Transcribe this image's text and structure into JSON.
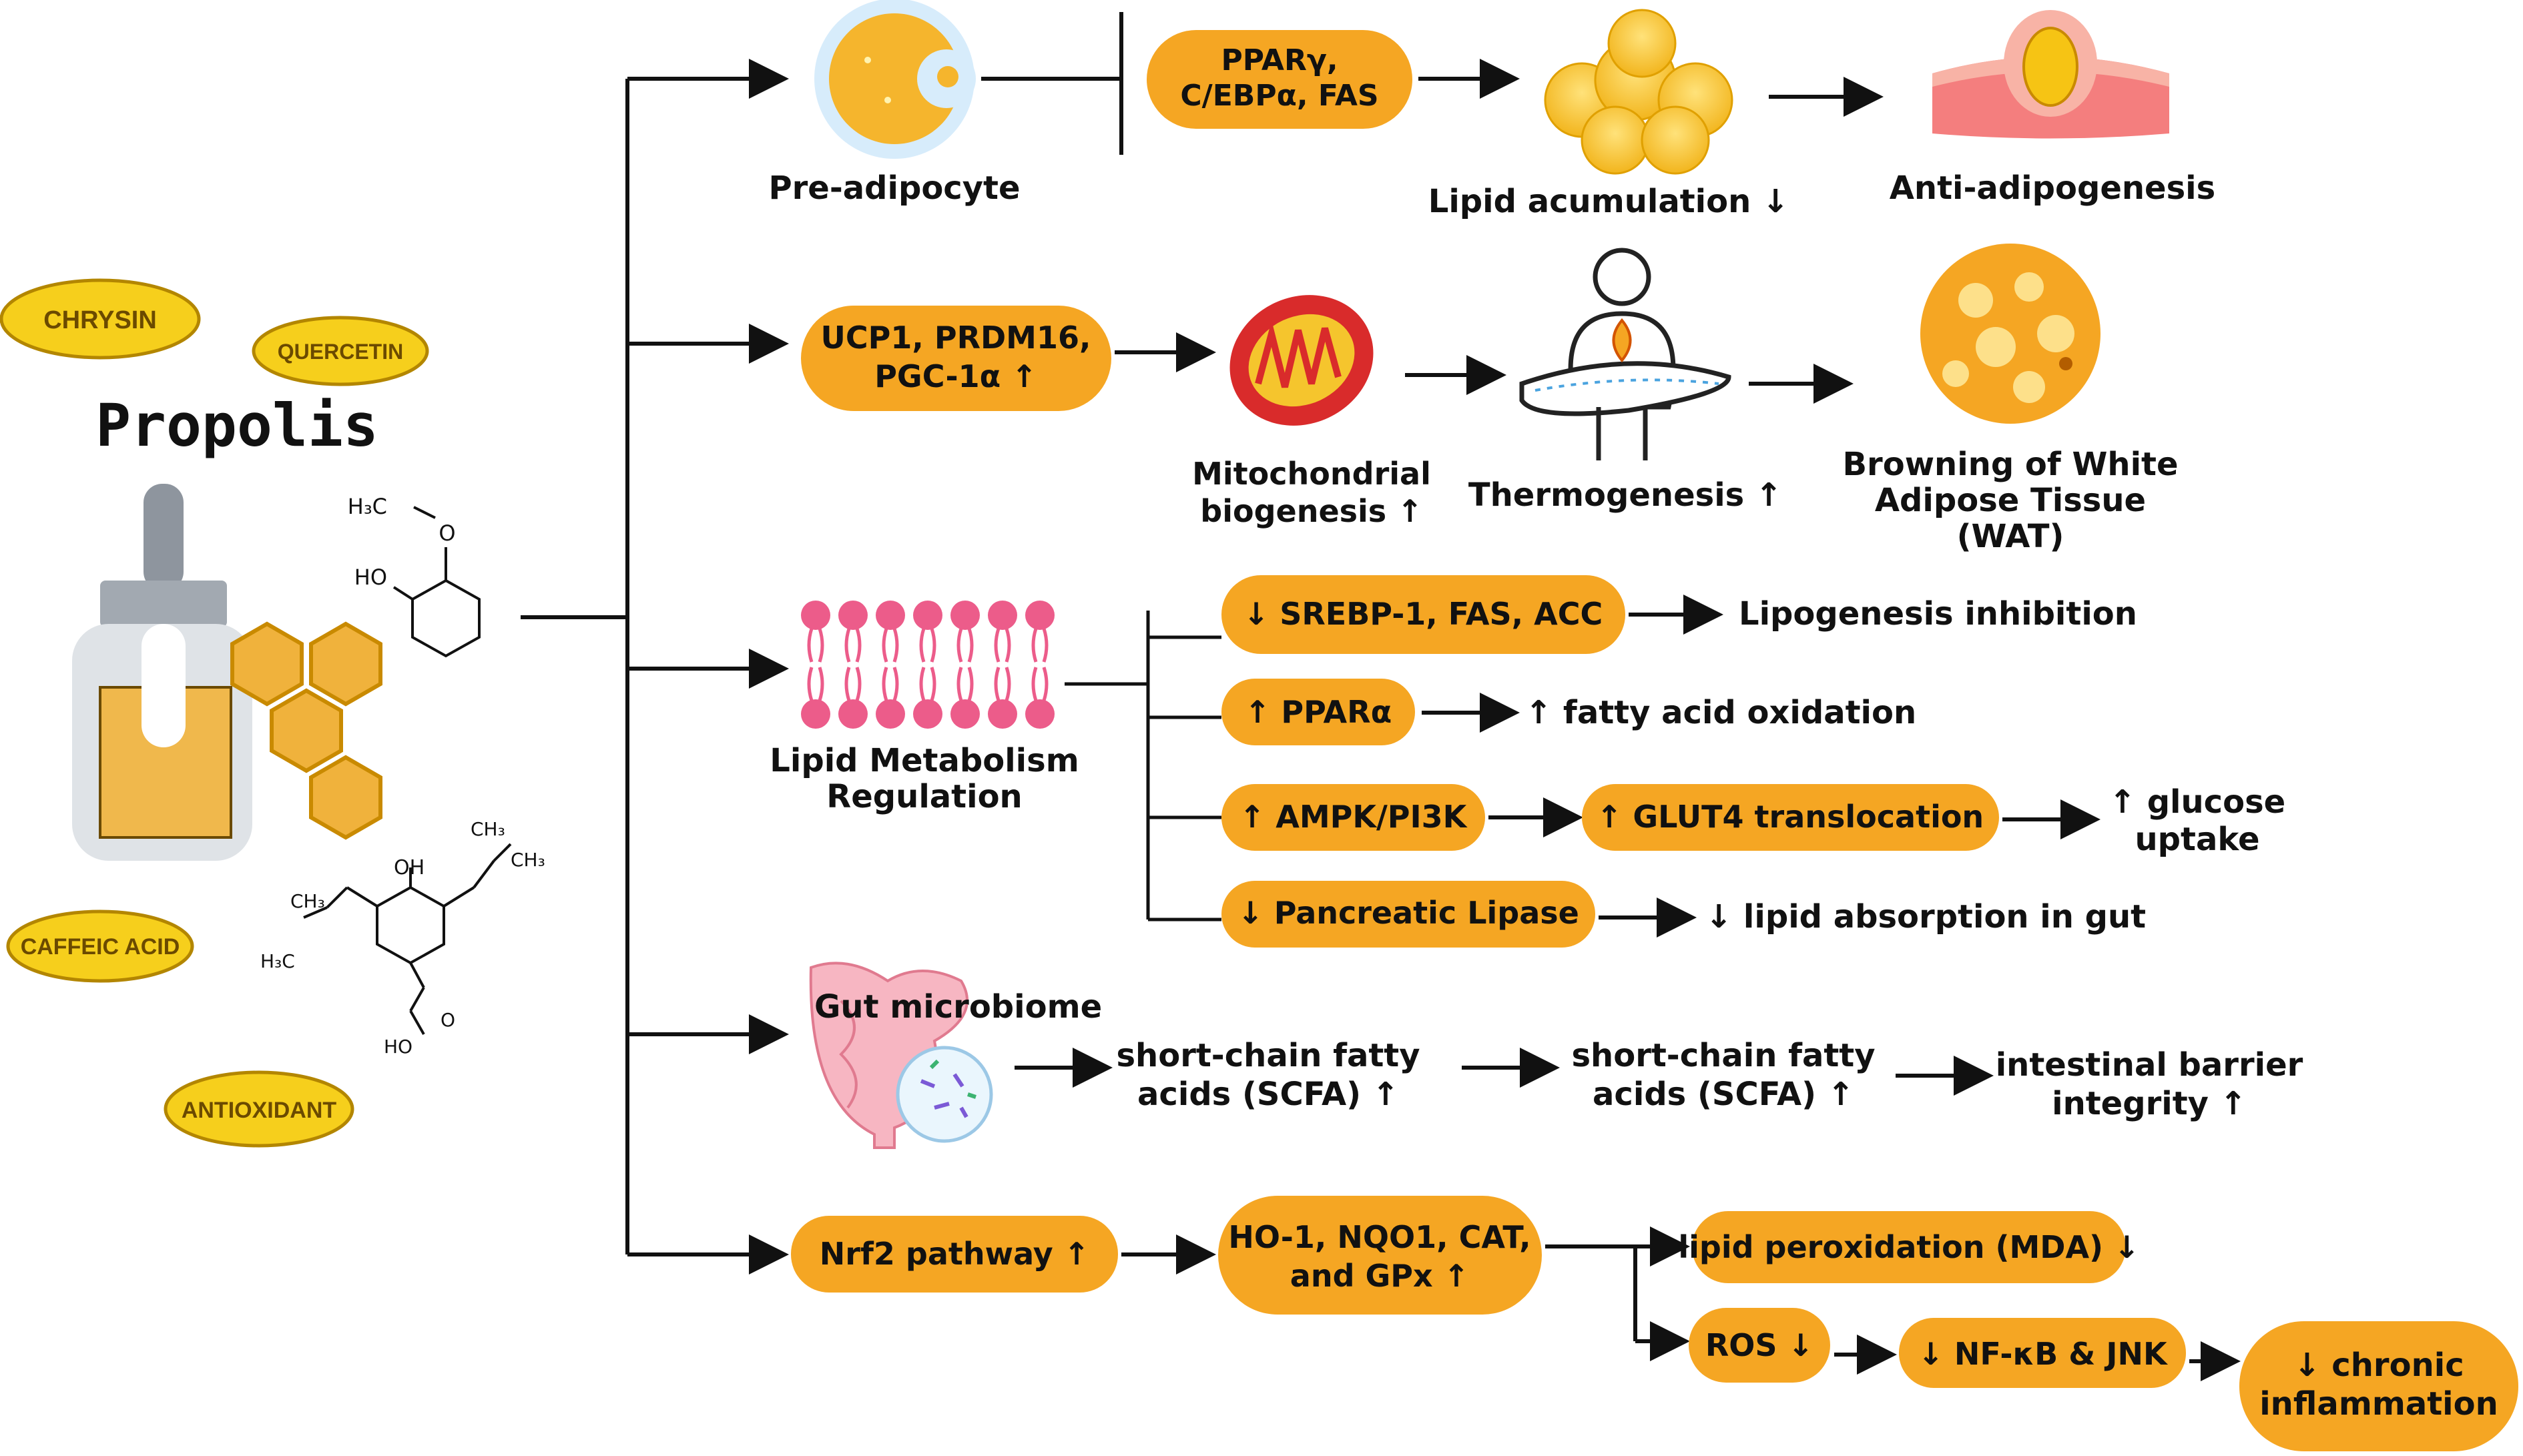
{
  "left": {
    "title": "Propolis",
    "compounds": [
      "CHRYSIN",
      "QUERCETIN",
      "CAFFEIC ACID",
      "ANTIOXIDANT"
    ],
    "chem_labels": {
      "methoxy": "H₃C",
      "oxygen": "O",
      "hydroxyl1": "HO",
      "hydroxyl2": "OH",
      "ch3_a": "CH₃",
      "ch3_b": "CH₃",
      "ch3_c": "CH₃",
      "h3c": "H₃C",
      "carboxyl": "HO",
      "carbonyl_o": "O"
    }
  },
  "row1": {
    "preadipocyte": "Pre-adipocyte",
    "pill": [
      "PPARγ,",
      "C/EBPα, FAS"
    ],
    "lipid": "Lipid acumulation ↓",
    "anti": "Anti-adipogenesis"
  },
  "row2": {
    "pill": [
      "UCP1, PRDM16,",
      "PGC-1α ↑"
    ],
    "mito": [
      "Mitochondrial",
      "biogenesis ↑"
    ],
    "thermo": "Thermogenesis ↑",
    "browning": [
      "Browning of White",
      "Adipose Tissue",
      "(WAT)"
    ]
  },
  "row3": {
    "label": [
      "Lipid Metabolism",
      "Regulation"
    ],
    "srebp": "↓ SREBP-1, FAS, ACC",
    "srebp_out": "Lipogenesis inhibition",
    "ppara": "↑ PPARα",
    "ppara_out": "↑ fatty acid oxidation",
    "ampk": "↑ AMPK/PI3K",
    "glut4": "↑ GLUT4 translocation",
    "glucose": [
      "↑ glucose",
      "uptake"
    ],
    "lipase": "↓ Pancreatic Lipase",
    "lipase_out": "↓ lipid absorption in gut"
  },
  "row4": {
    "label": "Gut microbiome",
    "scfa1": [
      "short-chain fatty",
      "acids (SCFA) ↑"
    ],
    "scfa2": [
      "short-chain fatty",
      "acids (SCFA) ↑"
    ],
    "barrier": [
      "intestinal barrier",
      "integrity ↑"
    ]
  },
  "row5": {
    "nrf2": "Nrf2 pathway ↑",
    "ho1": [
      "HO-1, NQO1, CAT,",
      "and GPx ↑"
    ],
    "lipid_perox": "lipid peroxidation (MDA) ↓",
    "ros": "ROS ↓",
    "nfkb": "↓ NF-κB & JNK",
    "inflammation": [
      "↓ chronic",
      "inflammation"
    ]
  },
  "colors": {
    "orange": "#f5a623",
    "yellow_oval": "#f6cf1c",
    "line": "#111111"
  }
}
